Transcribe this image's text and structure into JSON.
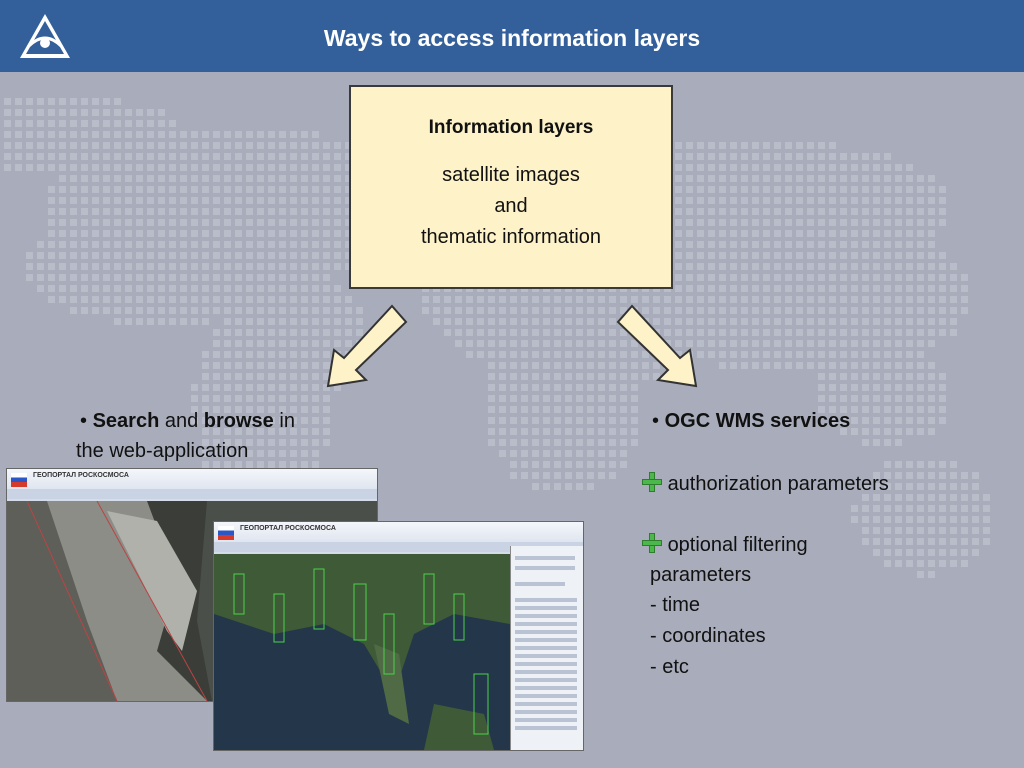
{
  "header": {
    "title": "Ways to access information layers",
    "color": "#33609a"
  },
  "info_box": {
    "heading": "Information layers",
    "line1": "satellite images",
    "line2": "and",
    "line3": "thematic information"
  },
  "left": {
    "bullet": "•",
    "search": "Search",
    "and": " and ",
    "browse": "browse",
    "in": " in",
    "line2": "the web-application"
  },
  "right": {
    "bullet": "•",
    "ogc": "OGC WMS services",
    "auth": "authorization parameters",
    "filter": "optional filtering",
    "params": "parameters",
    "time": "- time",
    "coords": "- coordinates",
    "etc": "- etc"
  },
  "screenshot1": {
    "brand": "ГЕОПОРТАЛ РОСКОСМОСА"
  },
  "screenshot2": {
    "brand": "ГЕОПОРТАЛ РОСКОСМОСА"
  },
  "colors": {
    "box_fill": "#fdf2c8",
    "plus_green": "#4cb84c",
    "background": "#a9adbb"
  }
}
